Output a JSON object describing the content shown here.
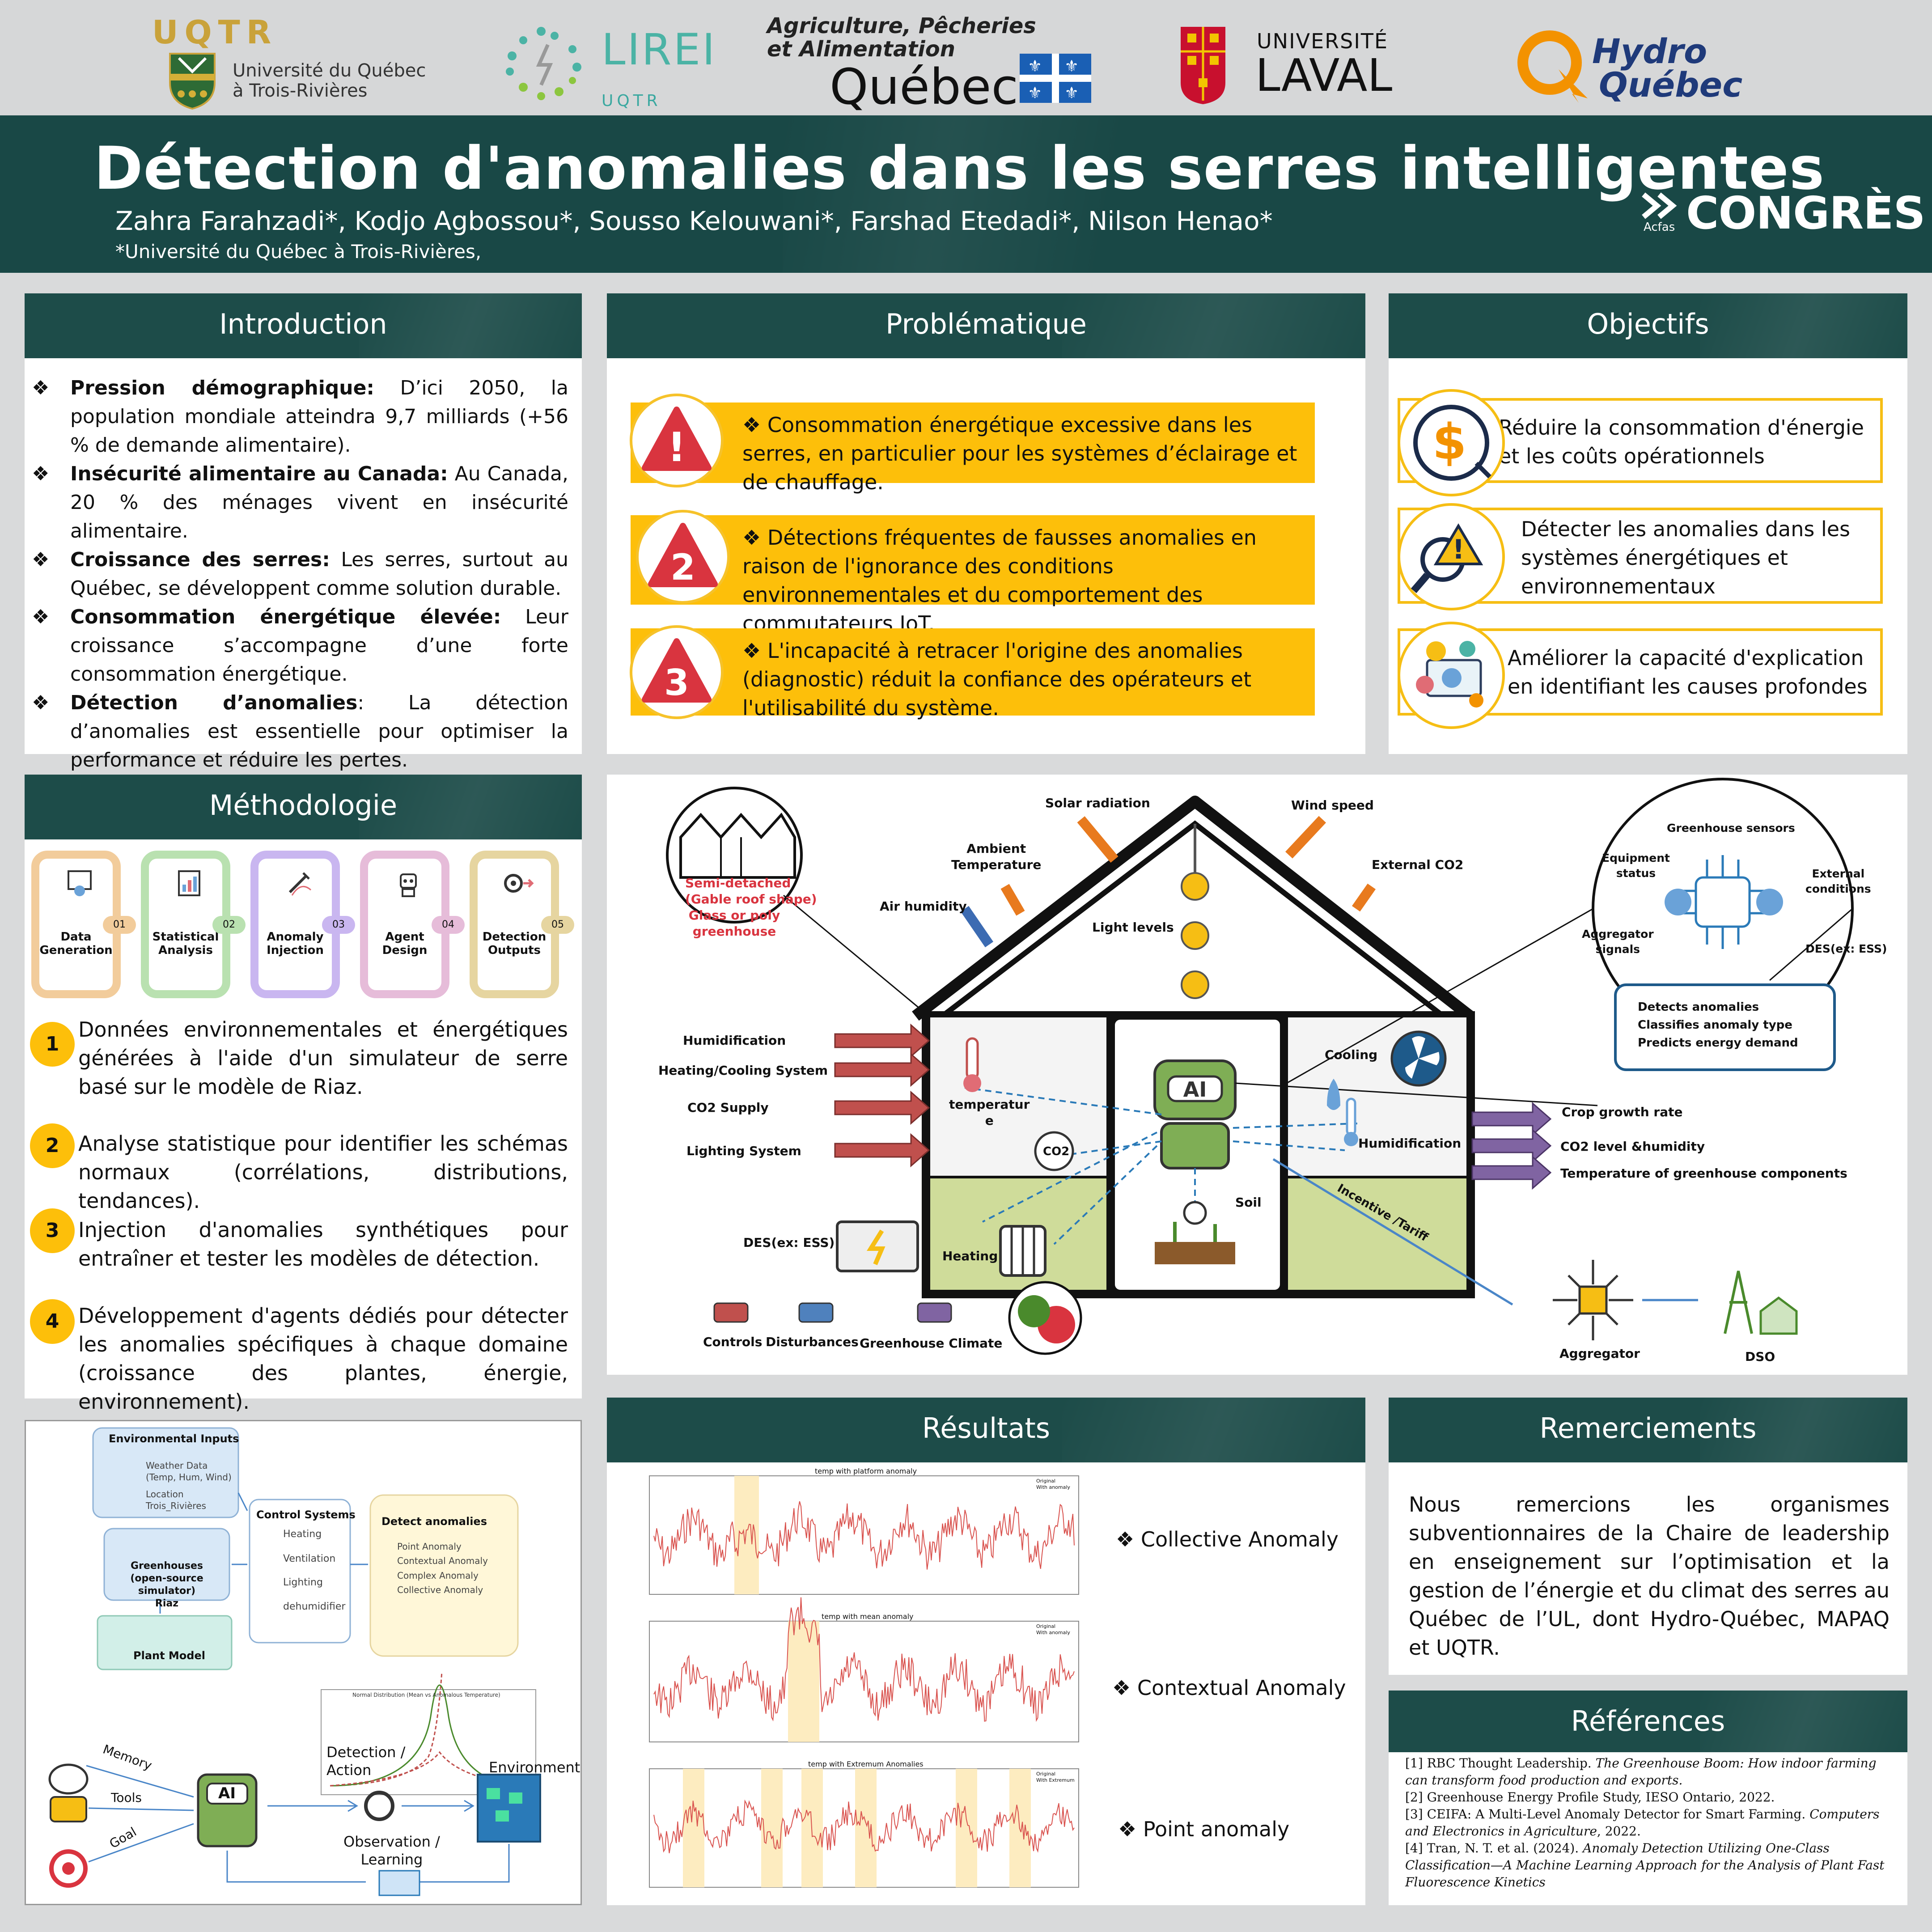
{
  "logos": {
    "uqtr_name": "UQTR",
    "uqtr_line1": "Université du Québec",
    "uqtr_line2": "à Trois-Rivières",
    "lirei": "LIREI",
    "lirei_sub": "UQTR",
    "mapaq_line1": "Agriculture, Pêcheries",
    "mapaq_line2": "et Alimentation",
    "mapaq_quebec": "Québec",
    "laval_line1": "UNIVERSITÉ",
    "laval_line2": "LAVAL",
    "hydro_line1": "Hydro",
    "hydro_line2": "Québec"
  },
  "header": {
    "title": "Détection d'anomalies dans les serres intelligentes",
    "authors": "Zahra Farahzadi*, Kodjo Agbossou*, Sousso Kelouwani*, Farshad Etedadi*, Nilson Henao*",
    "affiliation": "*Université du Québec à Trois-Rivières,",
    "congres_sub": "Acfas",
    "congres": "CONGRÈS"
  },
  "introduction": {
    "title": "Introduction",
    "items": [
      {
        "bold": "Pression démographique:",
        "text": " D’ici 2050, la population mondiale atteindra 9,7 milliards (+56 % de demande alimentaire)."
      },
      {
        "bold": "Insécurité alimentaire au Canada:",
        "text": " Au Canada, 20 % des ménages vivent en insécurité alimentaire."
      },
      {
        "bold": "Croissance des serres:",
        "text": " Les serres, surtout au Québec, se développent comme solution durable."
      },
      {
        "bold": "Consommation énergétique élevée:",
        "text": " Leur croissance s’accompagne d’une forte consommation énergétique."
      },
      {
        "bold": "Détection d’anomalies",
        "text": ": La détection d’anomalies est essentielle pour optimiser la performance et réduire les pertes."
      }
    ]
  },
  "problematique": {
    "title": "Problématique",
    "items": [
      {
        "num": "!",
        "text": "Consommation énergétique excessive dans les serres, en particulier pour les systèmes d’éclairage et de chauffage."
      },
      {
        "num": "2",
        "text": "Détections fréquentes de fausses anomalies en raison de l'ignorance des conditions environnementales et du comportement des commutateurs IoT."
      },
      {
        "num": "3",
        "text": "L'incapacité à retracer l'origine des anomalies (diagnostic) réduit la confiance des opérateurs et l'utilisabilité du système."
      }
    ]
  },
  "objectifs": {
    "title": "Objectifs",
    "items": [
      {
        "text": "Réduire la consommation d'énergie et les coûts opérationnels",
        "icon": "dollar-plug-icon"
      },
      {
        "text": "Détecter les anomalies dans les systèmes énergétiques et environnementaux",
        "icon": "magnifier-warning-icon"
      },
      {
        "text": "Améliorer la capacité d'explication en identifiant les causes profondes",
        "icon": "gears-brain-icon"
      }
    ]
  },
  "methodologie": {
    "title": "Méthodologie",
    "steps": [
      {
        "label": "Data\nGeneration",
        "num": "01",
        "color": "#f2cc9b"
      },
      {
        "label": "Statistical\nAnalysis",
        "num": "02",
        "color": "#b9e1b0"
      },
      {
        "label": "Anomaly\nInjection",
        "num": "03",
        "color": "#c9b6f0"
      },
      {
        "label": "Agent\nDesign",
        "num": "04",
        "color": "#e6bcd9"
      },
      {
        "label": "Detection\nOutputs",
        "num": "05",
        "color": "#e6d5a0"
      }
    ],
    "items": [
      {
        "num": "1",
        "text": "Données environnementales et énergétiques générées à l'aide d'un simulateur de serre basé sur le modèle de Riaz."
      },
      {
        "num": "2",
        "text": "Analyse statistique pour identifier les schémas normaux (corrélations, distributions, tendances)."
      },
      {
        "num": "3",
        "text": "Injection d'anomalies synthétiques pour entraîner et tester les modèles de détection."
      },
      {
        "num": "4",
        "text": " Développement d'agents dédiés pour détecter les anomalies spécifiques à chaque domaine (croissance des plantes, énergie, environnement)."
      }
    ]
  },
  "diagram": {
    "gh_type": [
      "Semi-detached",
      "(Gable roof shape)",
      "Glass or poly",
      "greenhouse"
    ],
    "disturbances": [
      "Solar radiation",
      "Wind speed",
      "Ambient\nTemperature",
      "External CO2",
      "Air humidity",
      "Light levels"
    ],
    "controls": [
      "Humidification",
      "Heating/Cooling System",
      "CO2 Supply",
      "Lighting System"
    ],
    "outputs": [
      "Crop growth rate",
      "CO2 level &humidity",
      "Temperature of greenhouse components"
    ],
    "rooms": {
      "temperature": "temperatur\ne",
      "cooling": "Cooling",
      "humidification": "Humidification",
      "heating": "Heating",
      "soil": "Soil",
      "des": "DES(ex: ESS)",
      "co2": "CO2"
    },
    "sensors": {
      "title": "Greenhouse sensors",
      "equipment": "Equipment\nstatus",
      "external": "External\nconditions",
      "aggregator": "Aggregator\nsignals",
      "des": "DES(ex: ESS)"
    },
    "ai_box": [
      "Detects anomalies",
      "Classifies anomaly type",
      "Predicts energy demand"
    ],
    "incentive": "Incentive /Tariff",
    "aggregator": "Aggregator",
    "dso": "DSO",
    "legend": [
      "Controls",
      "Disturbances",
      "Greenhouse Climate"
    ],
    "legend_colors": [
      "#c0504d",
      "#4f81bd",
      "#8064a2"
    ]
  },
  "flow": {
    "env_title": "Environmental Inputs",
    "weather": "Weather Data\n(Temp, Hum, Wind)",
    "location": "Location\nTrois_Rivières",
    "greenhouses": "Greenhouses\n(open-source simulator)\nRiaz",
    "plant_model": "Plant Model",
    "control_title": "Control Systems",
    "controls": [
      "Heating",
      "Ventilation",
      "Lighting",
      "dehumidifier"
    ],
    "detect_title": "Detect anomalies",
    "detect": [
      "Point Anomaly",
      "Contextual Anomaly",
      "Complex Anomaly",
      "Collective Anomaly"
    ],
    "dist_title": "Normal Distribution (Mean vs Anomalous Temperature)",
    "memory": "Memory",
    "tools": "Tools",
    "goal": "Goal",
    "ai": "AI",
    "detection_action": "Detection /\nAction",
    "environment": "Environment",
    "obs_learning": "Observation /\nLearning"
  },
  "resultats": {
    "title": "Résultats",
    "labels": [
      "Collective Anomaly",
      "Contextual Anomaly",
      "Point anomaly"
    ],
    "charts": [
      {
        "title": "temp with platform anomaly",
        "legend": [
          "Original",
          "With anomaly"
        ]
      },
      {
        "title": "temp with mean anomaly",
        "legend": [
          "Original",
          "With anomaly"
        ]
      },
      {
        "title": "temp with Extremum Anomalies",
        "legend": [
          "Original",
          "With Extremum"
        ]
      }
    ]
  },
  "remerciements": {
    "title": "Remerciements",
    "text": "Nous remercions les organismes subventionnaires de la Chaire de leadership en enseignement sur l’optimisation et la gestion de l’énergie et du climat des serres au Québec de l’UL, dont Hydro-Québec, MAPAQ et UQTR."
  },
  "references": {
    "title": "Références",
    "items": [
      {
        "pre": "[1] RBC Thought Leadership. ",
        "ital": "The Greenhouse Boom: How indoor farming can transform food production and exports.",
        "post": ""
      },
      {
        "pre": "[2] Greenhouse Energy Profile Study, IESO Ontario, 2022.",
        "ital": "",
        "post": ""
      },
      {
        "pre": "[3] CEIFA: A Multi-Level Anomaly Detector for Smart Farming. ",
        "ital": "Computers and Electronics in Agriculture",
        "post": ", 2022."
      },
      {
        "pre": "[4] Tran, N. T. et al. (2024). ",
        "ital": "Anomaly Detection Utilizing One-Class Classification—A Machine Learning Approach for the Analysis of Plant Fast Fluorescence Kinetics",
        "post": ""
      }
    ]
  },
  "colors": {
    "header": "#1d4c49",
    "accent": "#fdbf0a",
    "alert": "#d9343f"
  }
}
